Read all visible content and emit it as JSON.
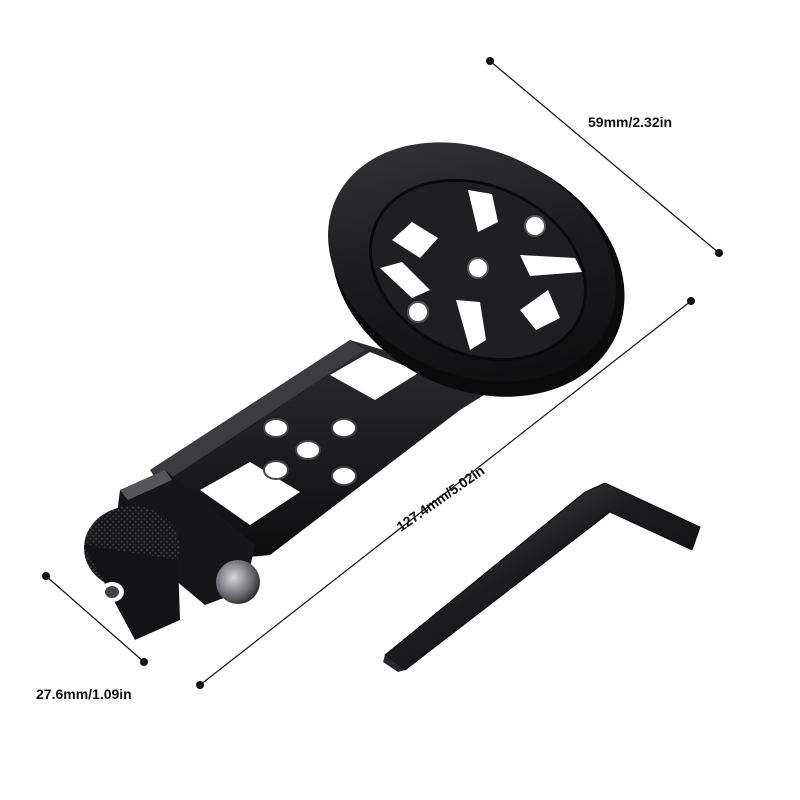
{
  "dimensions": {
    "diameter": "59mm/2.32in",
    "length": "127.4mm/5.02in",
    "width": "27.6mm/1.09in"
  },
  "colors": {
    "metal": "#1a1a1c",
    "metal_dark": "#0b0b0c",
    "metal_light": "#3a3a3e",
    "highlight": "#6a6a70",
    "line": "#111111"
  }
}
